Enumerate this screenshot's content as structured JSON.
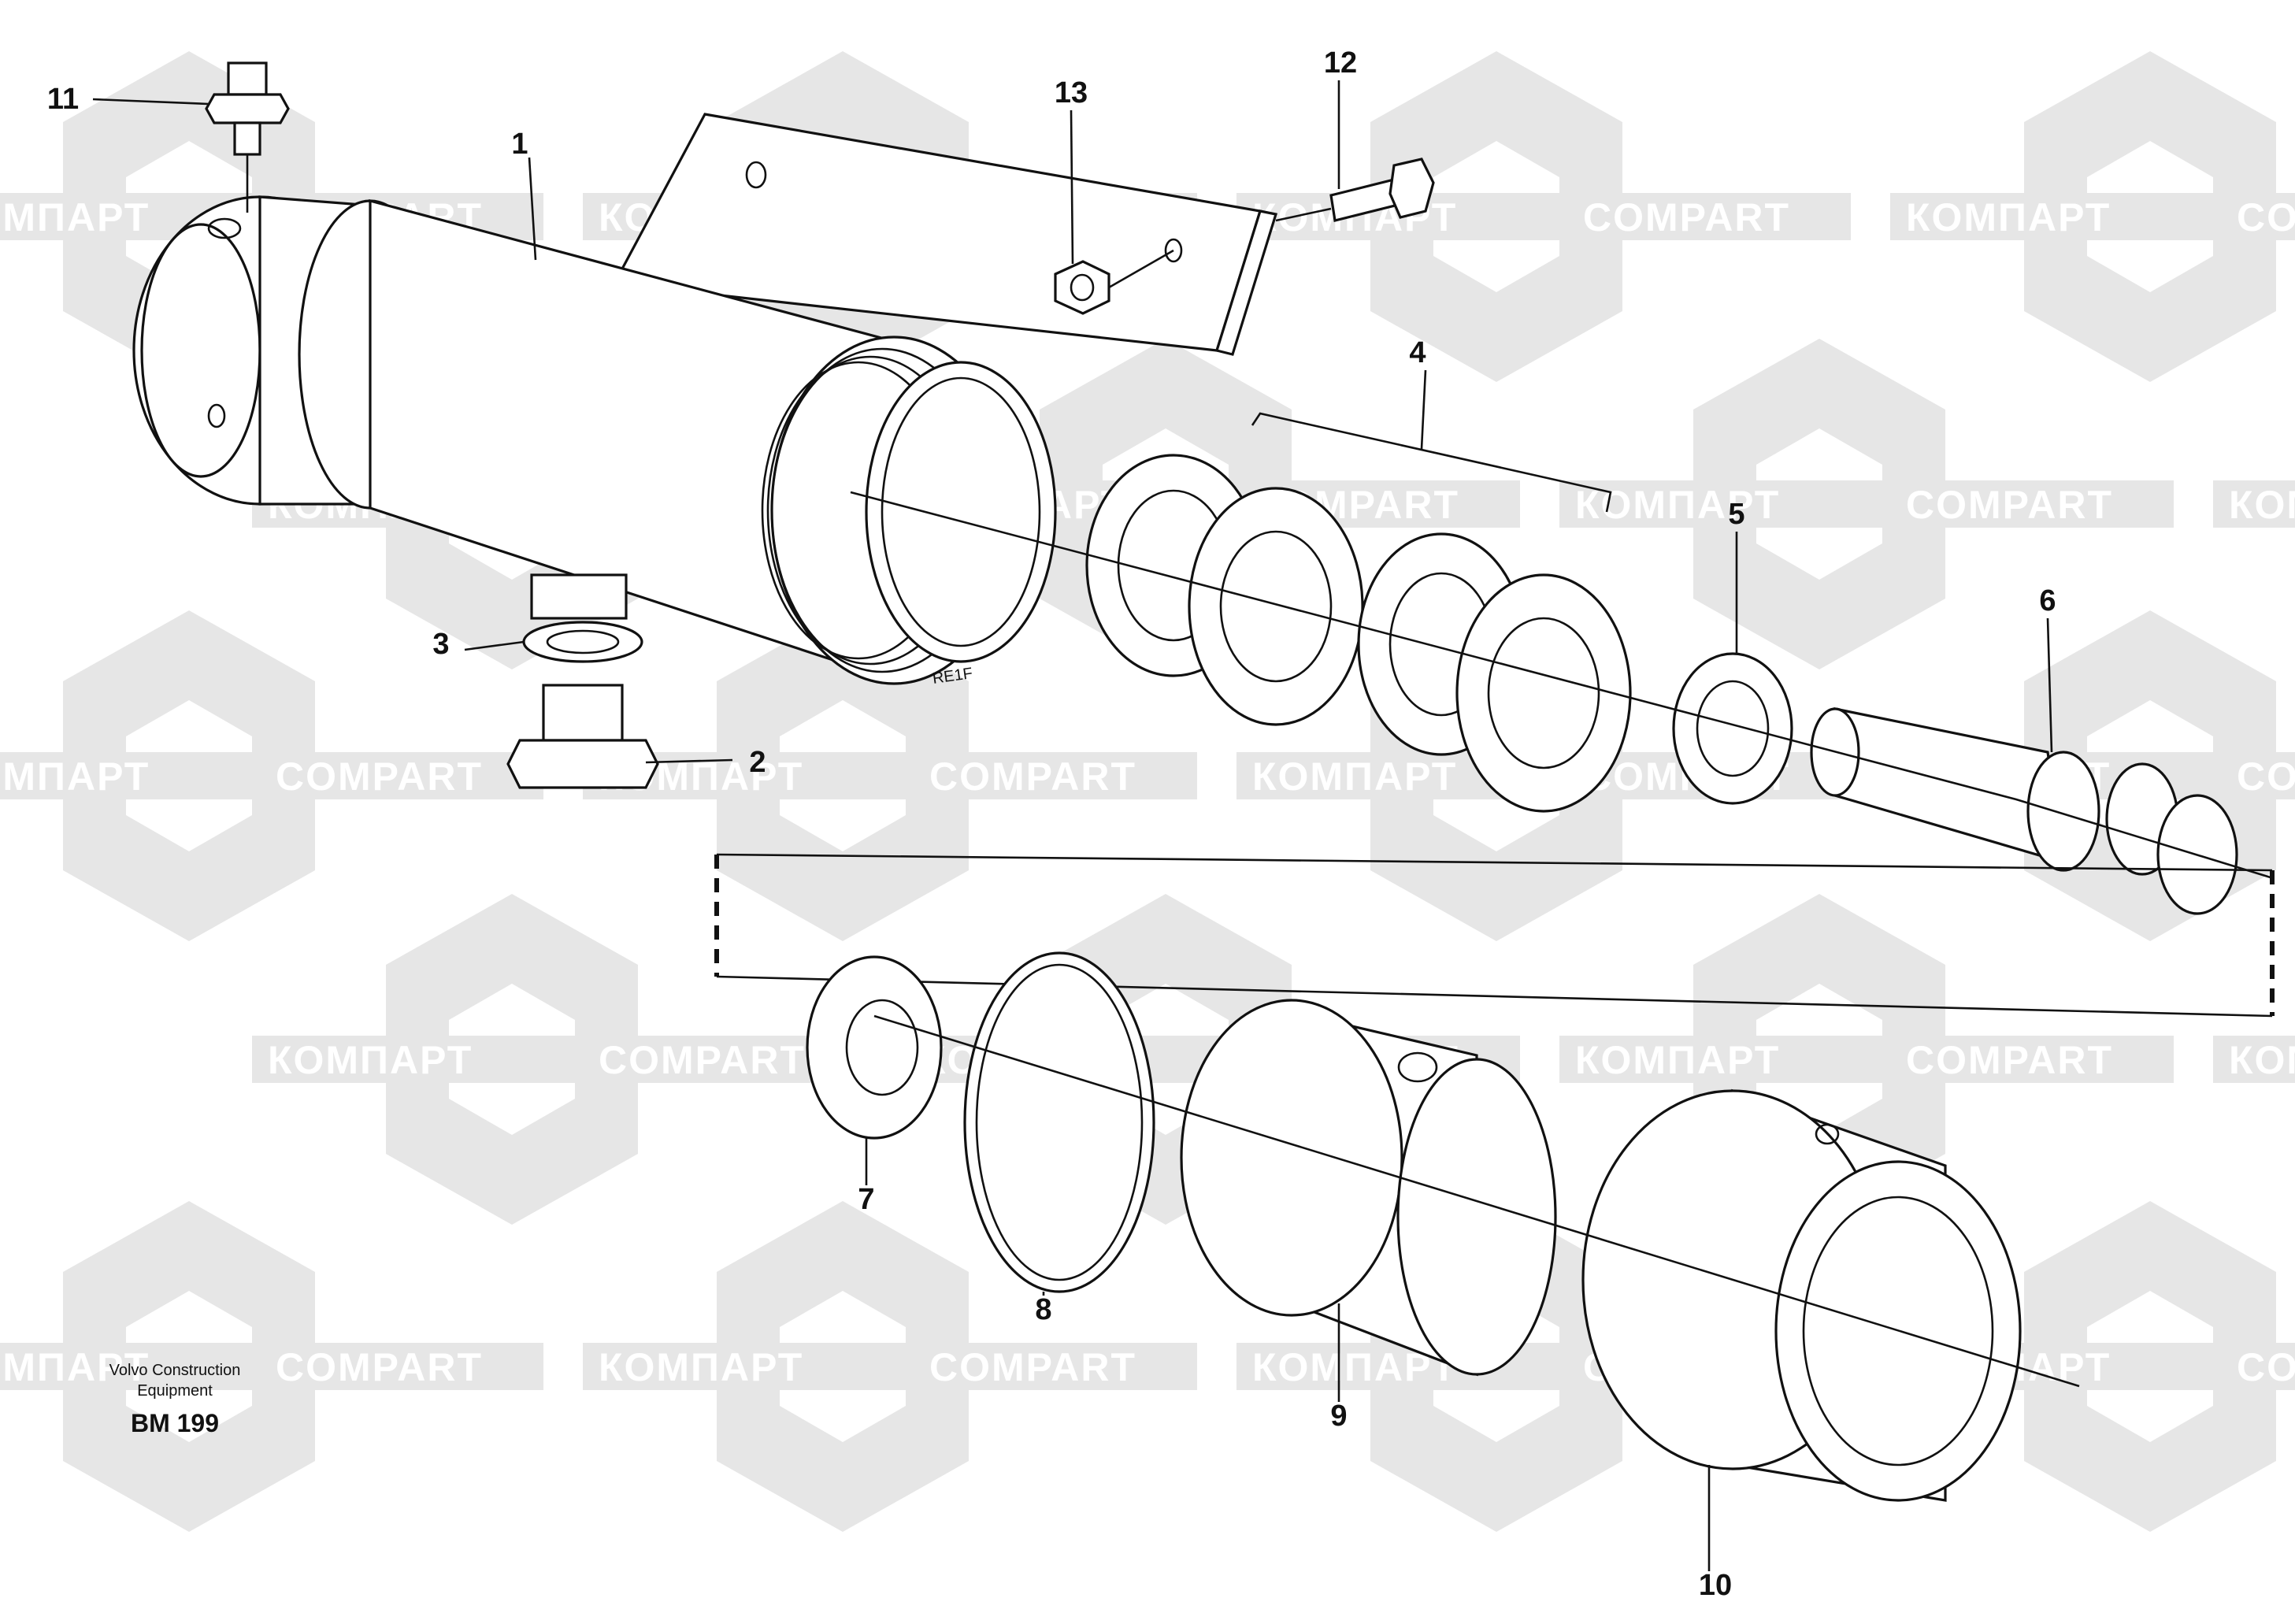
{
  "watermark": {
    "left": "КОМПАРТ",
    "right": "COMPART",
    "tile_color": "#e6e6e6"
  },
  "caption": {
    "line1": "Volvo Construction",
    "line2": "Equipment",
    "code": "BM 199"
  },
  "stamp": "RE1F",
  "callouts": [
    "1",
    "2",
    "3",
    "4",
    "5",
    "6",
    "7",
    "8",
    "9",
    "10",
    "11",
    "12",
    "13"
  ]
}
